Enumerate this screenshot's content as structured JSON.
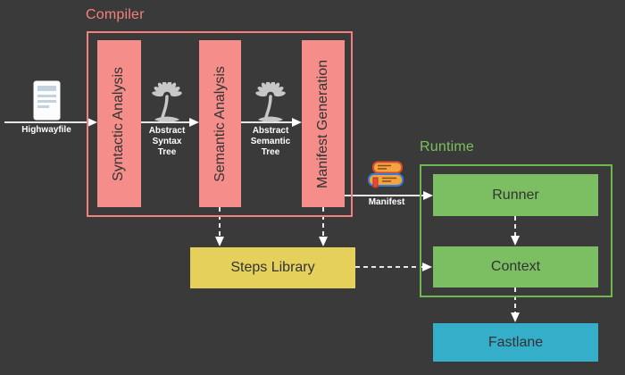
{
  "compiler": {
    "title": "Compiler",
    "stages": [
      "Syntactic Analysis",
      "Semantic Analysis",
      "Manifest Generation"
    ]
  },
  "artifacts": {
    "highwayfile": "Highwayfile",
    "abstract_syntax_tree": [
      "Abstract",
      "Syntax",
      "Tree"
    ],
    "abstract_semantic_tree": [
      "Abstract",
      "Semantic",
      "Tree"
    ],
    "manifest": "Manifest"
  },
  "runtime": {
    "title": "Runtime",
    "runner": "Runner",
    "context": "Context"
  },
  "steps_library": {
    "label": "Steps Library"
  },
  "fastlane": {
    "label": "Fastlane"
  },
  "colors": {
    "background": "#3a3a3a",
    "pink_fill": "#f58e8b",
    "pink_outline": "#f4807d",
    "green_fill": "#7cbe62",
    "green_outline": "#6fb74e",
    "yellow_fill": "#e4d05a",
    "blue_fill": "#35aeca",
    "dark_text": "#333333",
    "arrow": "#ffffff"
  }
}
